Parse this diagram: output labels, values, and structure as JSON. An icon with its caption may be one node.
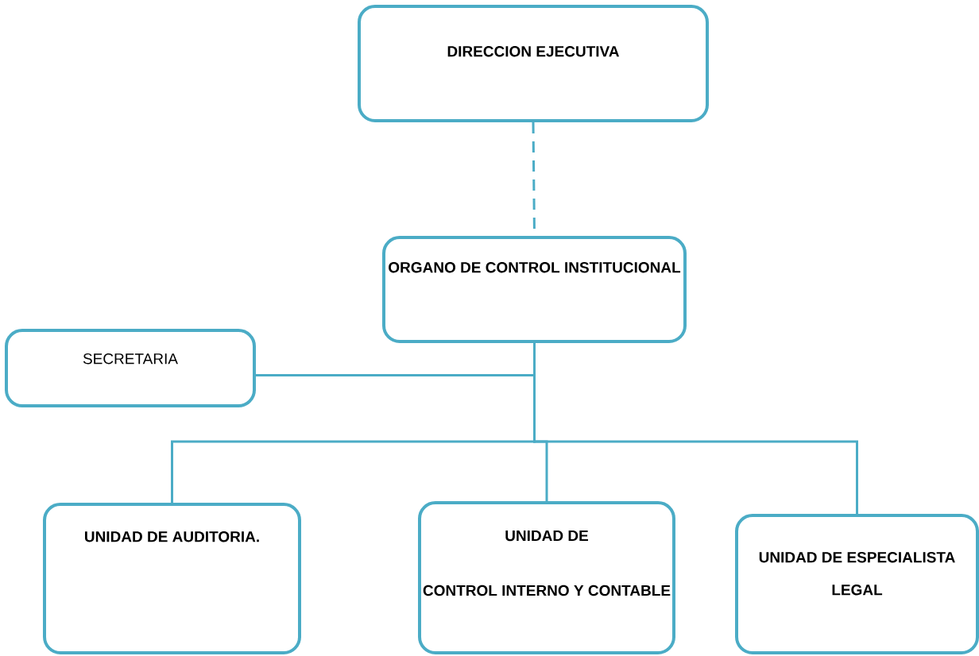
{
  "diagram": {
    "nodes": [
      {
        "text": [
          "DIRECCION EJECUTIVA"
        ]
      },
      {
        "text": [
          "ORGANO DE CONTROL INSTITUCIONAL"
        ]
      },
      {
        "text": [
          "SECRETARIA"
        ]
      },
      {
        "text": [
          "UNIDAD DE AUDITORIA."
        ]
      },
      {
        "text": [
          "UNIDAD DE",
          "CONTROL INTERNO Y CONTABLE"
        ]
      },
      {
        "text": [
          "UNIDAD DE ESPECIALISTA LEGAL"
        ]
      }
    ],
    "edges": [
      {
        "from": 0,
        "to": 1,
        "arrow": "none",
        "style": "dashed"
      },
      {
        "from": 1,
        "to": 2,
        "arrow": "none"
      },
      {
        "from": 1,
        "to": 3,
        "arrow": "none"
      },
      {
        "from": 1,
        "to": 4,
        "arrow": "none"
      },
      {
        "from": 1,
        "to": 5,
        "arrow": "none"
      }
    ]
  }
}
